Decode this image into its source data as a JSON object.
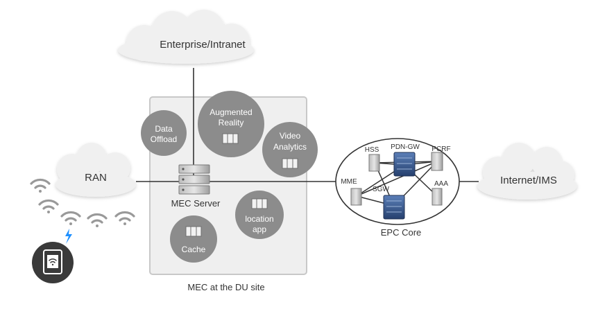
{
  "clouds": {
    "enterprise": "Enterprise/Intranet",
    "ran": "RAN",
    "internet": "Internet/IMS"
  },
  "mec": {
    "site_label": "MEC at the DU site",
    "server_label": "MEC Server",
    "services": {
      "data_offload": [
        "Data",
        "Offload"
      ],
      "augmented_reality": [
        "Augmented",
        "Reality"
      ],
      "video_analytics": [
        "Video",
        "Analytics"
      ],
      "location_app": [
        "location",
        "app"
      ],
      "cache": [
        "Cache"
      ]
    }
  },
  "epc": {
    "label": "EPC Core",
    "nodes": {
      "hss": "HSS",
      "pdn_gw": "PDN-GW",
      "pcrf": "PCRF",
      "mme": "MME",
      "sgw": "SGW",
      "aaa": "AAA"
    }
  },
  "colors": {
    "cloud_fill": "#f0f0f0",
    "bubble_fill": "#8c8c8c",
    "box_border": "#c8c8c8",
    "line": "#333333",
    "device_fill": "#3a3a3a",
    "wifi": "#999999",
    "bolt": "#1e90ff"
  }
}
